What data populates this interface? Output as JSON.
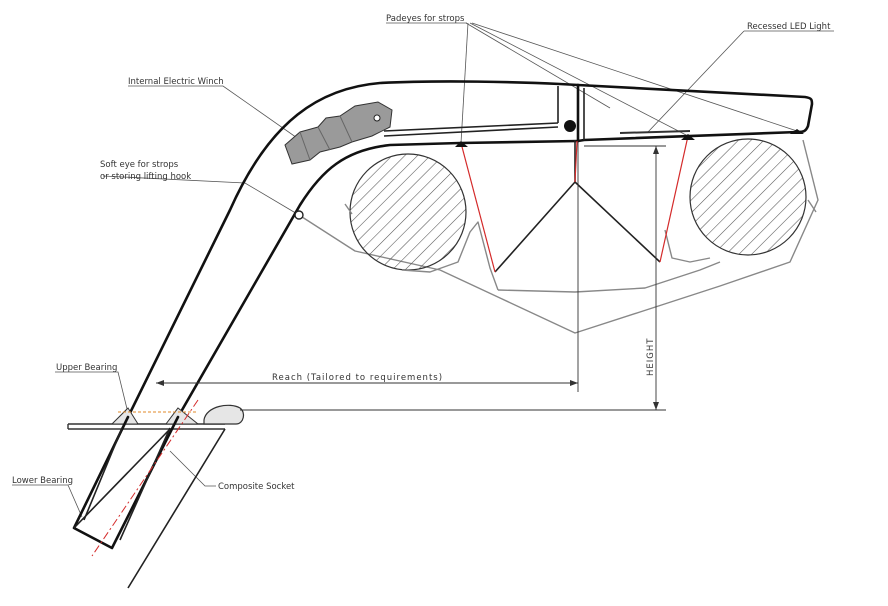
{
  "labels": {
    "padeyes": "Padeyes for strops",
    "led": "Recessed LED Light",
    "winch": "Internal Electric Winch",
    "soft_eye_1": "Soft eye for strops",
    "soft_eye_2": "or storing lifting hook",
    "upper_bearing": "Upper Bearing",
    "lower_bearing": "Lower Bearing",
    "composite_socket": "Composite Socket",
    "reach": "Reach (Tailored to requirements)",
    "height": "HEIGHT"
  },
  "colors": {
    "line": "#111111",
    "strop": "#d42a2a",
    "grey": "#888888",
    "winch_fill": "#9a9a9a",
    "bearing_fill": "#e6e6e6"
  }
}
